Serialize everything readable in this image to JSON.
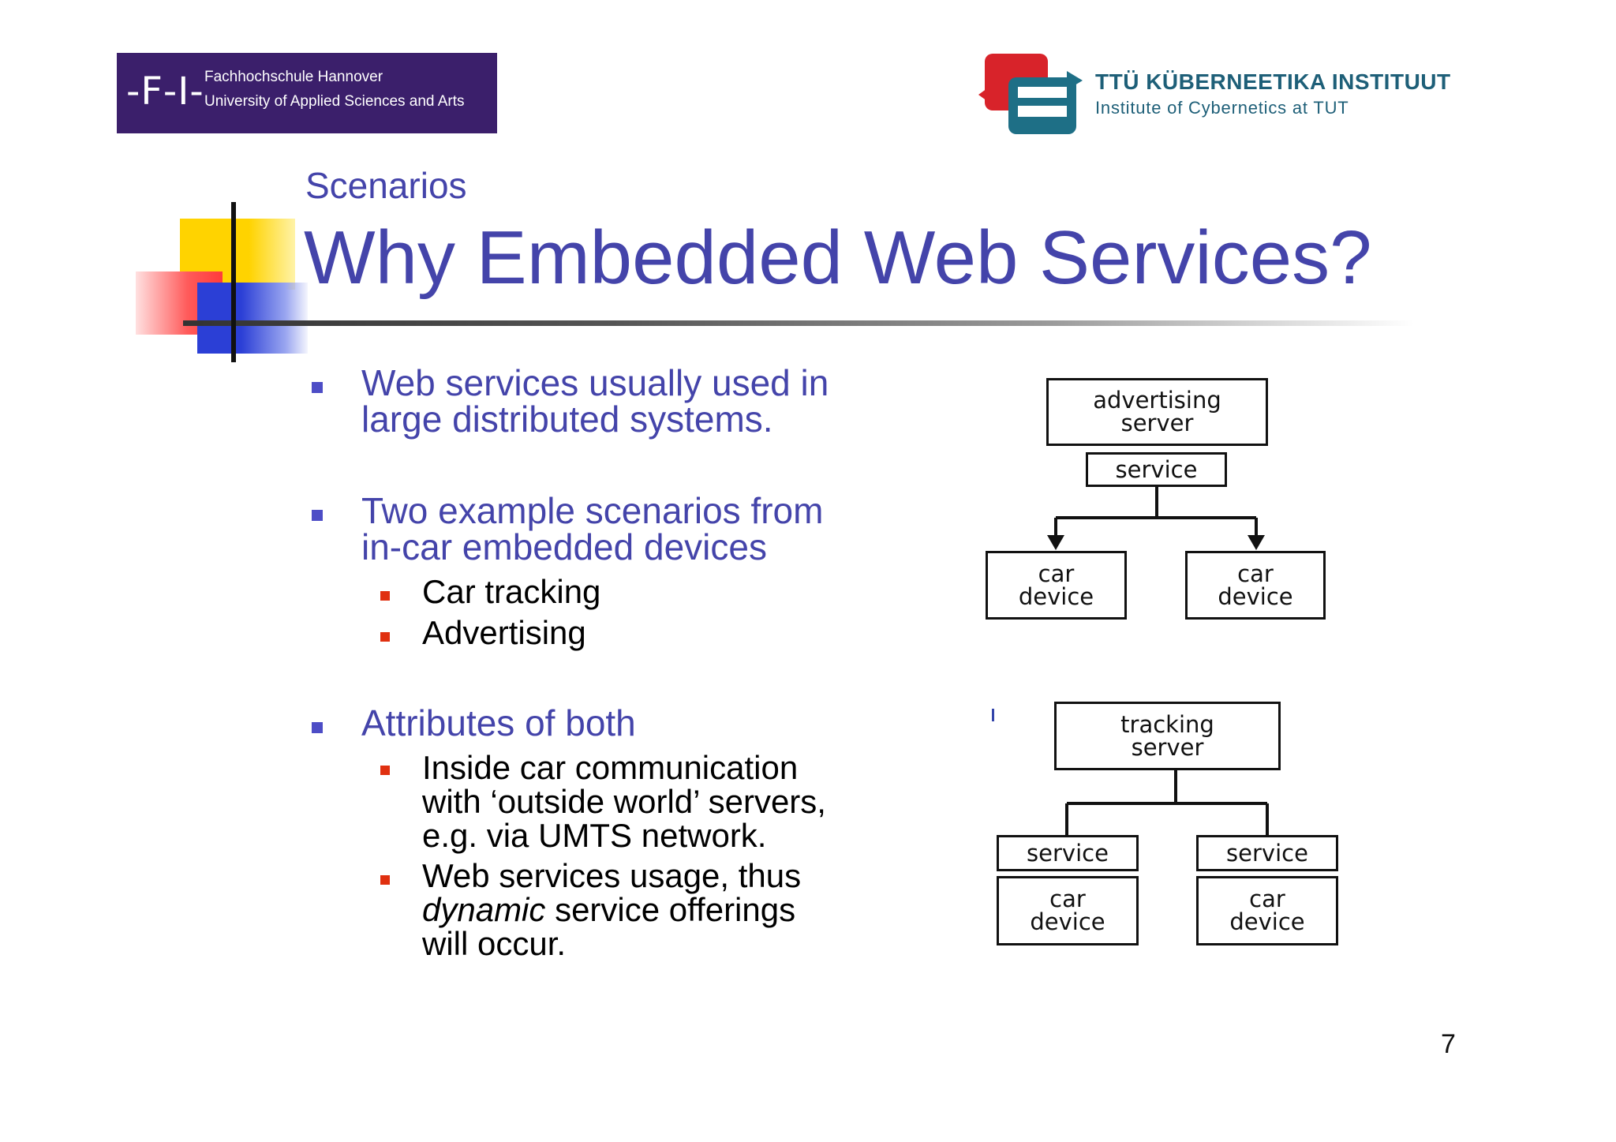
{
  "logos": {
    "fh": {
      "mark": "-F-I-",
      "line1": "Fachhochschule Hannover",
      "line2": "University of Applied Sciences and Arts",
      "color": "#3b1f6b"
    },
    "ttu": {
      "title": "TTÜ KÜBERNEETIKA INSTITUUT",
      "subtitle": "Institute of Cybernetics at TUT",
      "color": "#1e5f78"
    }
  },
  "slide": {
    "subtitle": "Scenarios",
    "title": "Why Embedded Web Services?",
    "accent_color": "#4444aa",
    "page_number": "7"
  },
  "bullets": {
    "b1": {
      "line1": "Web services usually used in",
      "line2": "large distributed systems."
    },
    "b2": {
      "line1": "Two example scenarios from",
      "line2": "in-car embedded devices",
      "sub1": "Car tracking",
      "sub2": "Advertising"
    },
    "b3": {
      "line1": "Attributes of both",
      "sub1_line1": "Inside car communication",
      "sub1_line2": "with ‘outside world’ servers,",
      "sub1_line3": "e.g. via UMTS network.",
      "sub2_line1": "Web services usage, thus",
      "sub2_italic": "dynamic",
      "sub2_line2_rest": " service offerings",
      "sub2_line3": "will occur."
    }
  },
  "diagram_advertising": {
    "server_line1": "advertising",
    "server_line2": "server",
    "service": "service",
    "left_line1": "car",
    "left_line2": "device",
    "right_line1": "car",
    "right_line2": "device"
  },
  "diagram_tracking": {
    "server_line1": "tracking",
    "server_line2": "server",
    "left_service": "service",
    "right_service": "service",
    "left_line1": "car",
    "left_line2": "device",
    "right_line1": "car",
    "right_line2": "device"
  }
}
